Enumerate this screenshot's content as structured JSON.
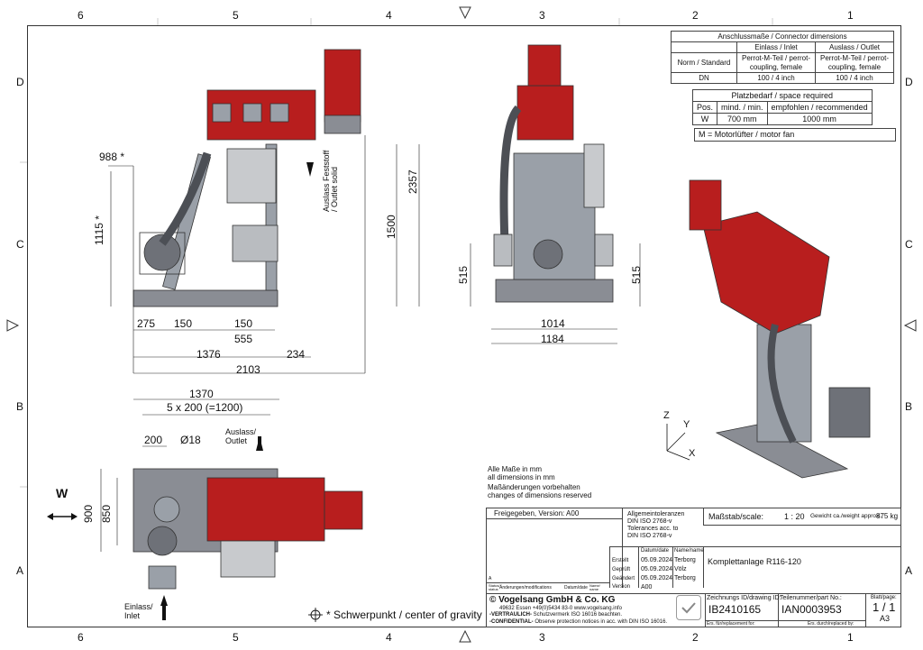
{
  "zones": {
    "cols": [
      "6",
      "5",
      "4",
      "3",
      "2",
      "1"
    ],
    "rows": [
      "D",
      "C",
      "B",
      "A"
    ]
  },
  "connector_table": {
    "title": "Anschlussmaße / Connector dimensions",
    "inlet_header": "Einlass / Inlet",
    "outlet_header": "Auslass / Outlet",
    "row1_label": "Norm / Standard",
    "row1_inlet": "Perrot-M-Teil / perrot-coupling, female",
    "row1_outlet": "Perrot-M-Teil / perrot-coupling, female",
    "row2_label": "DN",
    "row2_inlet": "100 / 4 inch",
    "row2_outlet": "100 / 4 inch"
  },
  "space_table": {
    "title": "Platzbedarf / space required",
    "col_pos": "Pos.",
    "col_min": "mind. / min.",
    "col_rec": "empfohlen / recommended",
    "row_pos": "W",
    "row_min": "700 mm",
    "row_rec": "1000 mm",
    "footnote": "M = Motorlüfter / motor fan"
  },
  "side_view": {
    "dim_988": "988 *",
    "dim_1115": "1115 *",
    "dim_2357": "2357",
    "dim_1500": "1500",
    "outlet_label": "Auslass Feststoff / Outlet solid",
    "dim_275": "275",
    "dim_150a": "150",
    "dim_150b": "150",
    "dim_555": "555",
    "dim_1376": "1376",
    "dim_234": "234",
    "dim_2103": "2103"
  },
  "front_view": {
    "dim_515a": "515",
    "dim_515b": "515",
    "dim_1014": "1014",
    "dim_1184": "1184"
  },
  "top_view": {
    "dim_1370": "1370",
    "dim_5x200": "5 x 200 (=1200)",
    "dim_200": "200",
    "dim_d18": "Ø18",
    "outlet_label": "Auslass/ Outlet",
    "w_label": "W",
    "dim_900": "900",
    "dim_850": "850",
    "inlet_label": "Einlass/ Inlet"
  },
  "axes": {
    "z": "Z",
    "y": "Y",
    "x": "X"
  },
  "notes": {
    "l1": "Alle Maße in mm",
    "l2": "all dimensions in mm",
    "l3": "Maßänderungen vorbehalten",
    "l4": "changes of dimensions reserved",
    "cog": "* Schwerpunkt / center of gravity"
  },
  "title_block": {
    "released": "Freigegeben, Version: A00",
    "tol1": "Allgemeintoleranzen",
    "tol2": "DIN ISO 2768-v",
    "tol3": "Tolerances acc. to",
    "tol4": "DIN ISO 2768-v",
    "scale_label": "Maßstab/scale:",
    "scale": "1 : 20",
    "weight_label": "Gewicht ca./weight approx.:",
    "weight": "875 kg",
    "date_hdr": "Datum/date",
    "name_hdr": "Name/name",
    "erstellt": "Erstellt",
    "geprueft": "Geprüft",
    "geaendert": "Geändert",
    "version": "Version",
    "d1": "05.09.2024",
    "n1": "Terborg",
    "d2": "05.09.2024",
    "n2": "Völz",
    "d3": "05.09.2024",
    "n3": "Terborg",
    "ver": "A00",
    "title": "Komplettanlage R116-120",
    "mods": "Änderungen/modifications",
    "mods_date": "Datum/date",
    "mods_name": "Name/ name",
    "status": "Status/ status",
    "row_a": "A",
    "company": "© Vogelsang GmbH & Co. KG",
    "address": "49632 Essen +49(0)5434 83-0        www.vogelsang.info",
    "conf1a": "-VERTRAULICH-",
    "conf1b": "Schutzvermerk ISO 16016 beachten.",
    "conf2a": "-CONFIDENTIAL-",
    "conf2b": "Observe protection notices in acc. with DIN ISO 16016.",
    "drawing_label": "Zeichnungs ID/drawing ID:",
    "drawing_id": "IB2410165",
    "part_label": "Teilenummer/part No.:",
    "part_no": "IAN0003953",
    "sheet_label": "Blatt/page:",
    "sheet": "1 / 1",
    "size": "A3",
    "replace_for": "Ers. für/replacement for:",
    "replaced_by": "Ers. durch/replaced by:"
  }
}
